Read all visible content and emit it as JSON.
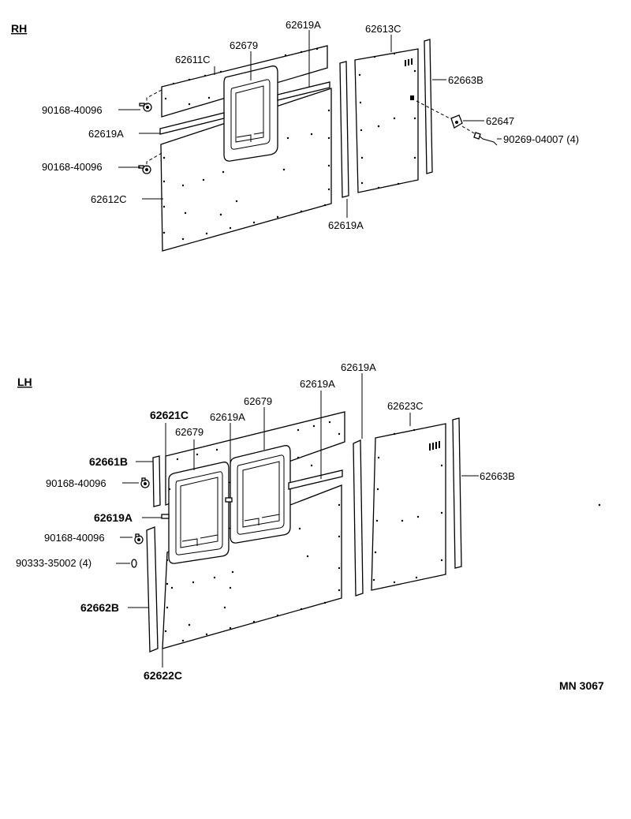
{
  "sections": {
    "rh": "RH",
    "lh": "LH"
  },
  "code": "MN 3067",
  "rh_labels": {
    "p62619A_top": "62619A",
    "p62613C": "62613C",
    "p62679": "62679",
    "p62611C": "62611C",
    "p62663B": "62663B",
    "p90168_a": "90168-40096",
    "p62647": "62647",
    "p62619A_left": "62619A",
    "p90269": "90269-04007 (4)",
    "p90168_b": "90168-40096",
    "p62612C": "62612C",
    "p62619A_bottom": "62619A"
  },
  "lh_labels": {
    "p62619A_top": "62619A",
    "p62619A_mid": "62619A",
    "p62623C": "62623C",
    "p62679_right": "62679",
    "p62621C": "62621C",
    "p62619A_center": "62619A",
    "p62679_left": "62679",
    "p62661B": "62661B",
    "p62663B": "62663B",
    "p90168_a": "90168-40096",
    "p62619A_left": "62619A",
    "p90168_b": "90168-40096",
    "p90333": "90333-35002 (4)",
    "p62662B": "62662B",
    "p62622C": "62622C"
  }
}
